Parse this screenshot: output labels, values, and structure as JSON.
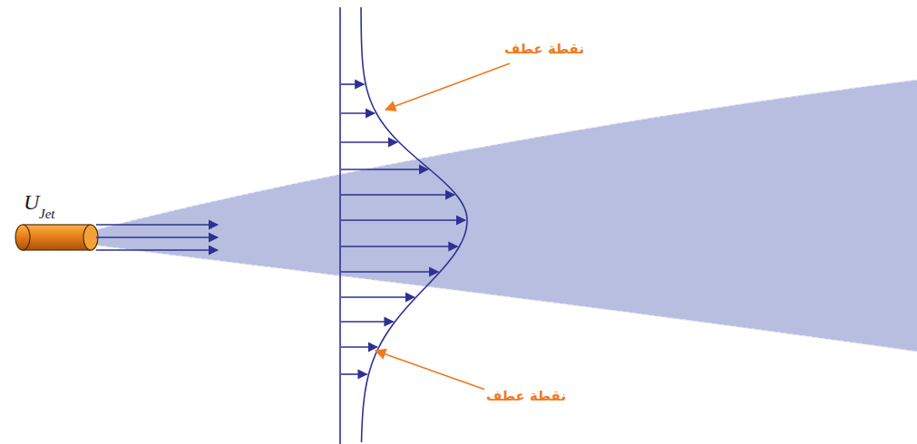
{
  "diagram": {
    "labels": [
      "U",
      "Jet",
      "نقطة عطف",
      "نقطة عطف"
    ]
  }
}
